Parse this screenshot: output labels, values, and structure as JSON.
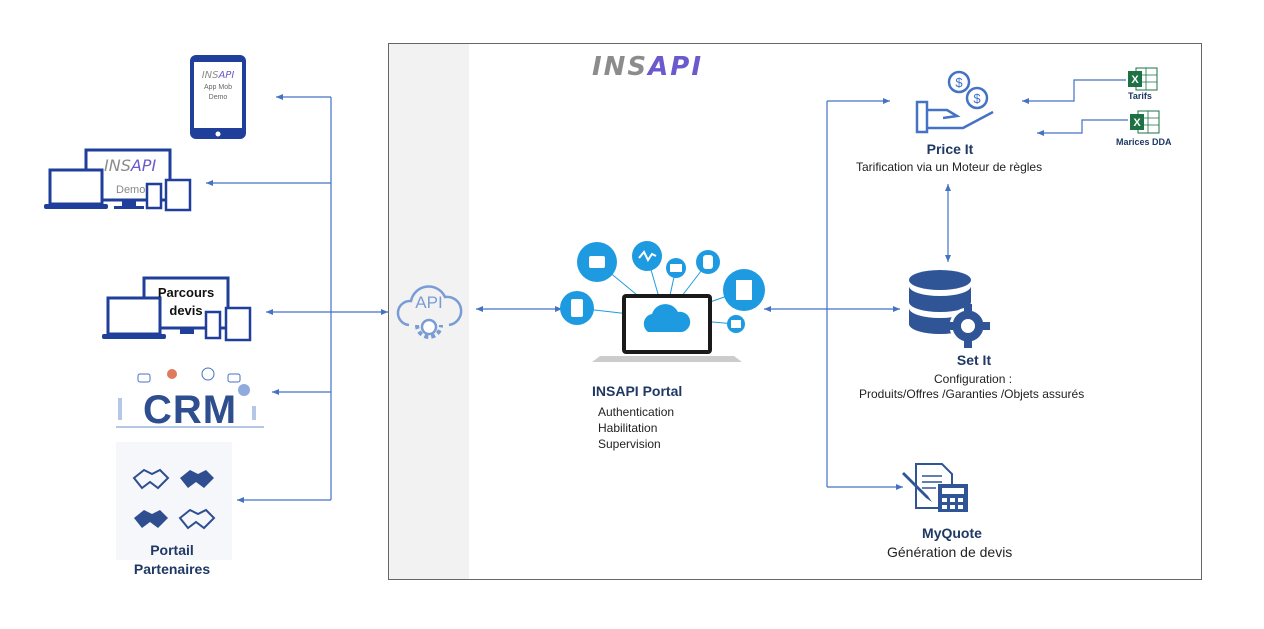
{
  "brand": {
    "prefix": "INS",
    "suffix": "API"
  },
  "left": {
    "mobile": {
      "title_prefix": "INS",
      "title_suffix": "API",
      "line1": "App Mob",
      "line2": "Demo"
    },
    "desktop": {
      "title_prefix": "INS",
      "title_suffix": "API",
      "line1": "Demo"
    },
    "parcours": {
      "line1": "Parcours",
      "line2": "devis"
    },
    "crm": {
      "label": "CRM"
    },
    "partners": {
      "line1": "Portail",
      "line2": "Partenaires"
    }
  },
  "api_gateway": {
    "label": "API"
  },
  "portal": {
    "title": "INSAPI Portal",
    "features": [
      "Authentication",
      "Habilitation",
      "Supervision"
    ]
  },
  "price_it": {
    "title": "Price It",
    "subtitle": "Tarification via un Moteur de règles",
    "sources": [
      {
        "label": "Tarifs",
        "icon": "excel-icon"
      },
      {
        "label": "Marices DDA",
        "icon": "excel-icon"
      }
    ]
  },
  "set_it": {
    "title": "Set It",
    "line1": "Configuration :",
    "line2": "Produits/Offres /Garanties /Objets assurés"
  },
  "myquote": {
    "title": "MyQuote",
    "subtitle": "Génération de devis"
  },
  "colors": {
    "accent": "#4472c4",
    "navy": "#1f3864",
    "cyan": "#1e9be0",
    "logo_gray": "#8c8c8c",
    "logo_purple": "#6a5acd",
    "excel_green": "#1e7145"
  }
}
